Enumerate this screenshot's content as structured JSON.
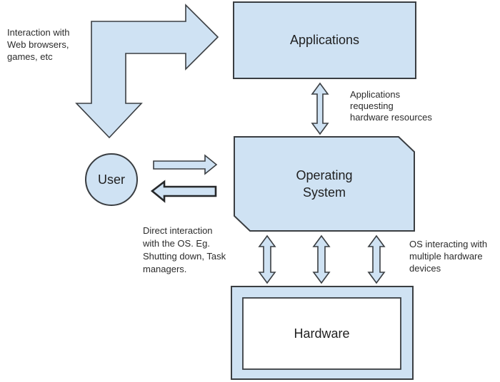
{
  "nodes": {
    "applications": {
      "label": "Applications"
    },
    "operating_system": {
      "label": "Operating\nSystem"
    },
    "hardware": {
      "label": "Hardware"
    },
    "user": {
      "label": "User"
    }
  },
  "annotations": {
    "web_interaction": {
      "text": "Interaction with\nWeb browsers,\ngames, etc"
    },
    "apps_requesting": {
      "text": "Applications\nrequesting\nhardware resources"
    },
    "direct_interaction": {
      "text": "Direct interaction\nwith the OS. Eg.\nShutting down, Task\nmanagers."
    },
    "os_hardware": {
      "text": "OS interacting with\nmultiple hardware\ndevices"
    }
  },
  "arrows": [
    {
      "name": "user-web-apps-bent-arrow",
      "connects": "User - Applications",
      "style": "bent double-headed"
    },
    {
      "name": "user-to-os-arrow",
      "connects": "User -> Operating System",
      "style": "right arrow"
    },
    {
      "name": "os-to-user-arrow",
      "connects": "Operating System -> User",
      "style": "left arrow"
    },
    {
      "name": "applications-os-arrow",
      "connects": "Applications - Operating System",
      "style": "vertical double-headed"
    },
    {
      "name": "os-hardware-arrow-1",
      "connects": "Operating System - Hardware",
      "style": "vertical double-headed"
    },
    {
      "name": "os-hardware-arrow-2",
      "connects": "Operating System - Hardware",
      "style": "vertical double-headed"
    },
    {
      "name": "os-hardware-arrow-3",
      "connects": "Operating System - Hardware",
      "style": "vertical double-headed"
    }
  ],
  "colors": {
    "shape_fill": "#cfe2f3",
    "shape_border": "#3a3e42",
    "inner_box_fill": "#ffffff",
    "text": "#2b2b2b",
    "background": "#ffffff"
  }
}
